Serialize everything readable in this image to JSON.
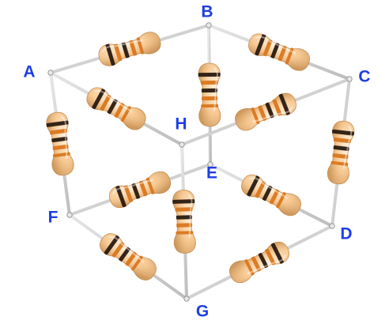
{
  "diagram": {
    "vertices": [
      {
        "id": "A",
        "label": "A"
      },
      {
        "id": "B",
        "label": "B"
      },
      {
        "id": "C",
        "label": "C"
      },
      {
        "id": "D",
        "label": "D"
      },
      {
        "id": "E",
        "label": "E"
      },
      {
        "id": "F",
        "label": "F"
      },
      {
        "id": "G",
        "label": "G"
      },
      {
        "id": "H",
        "label": "H"
      }
    ],
    "edges": [
      {
        "from": "A",
        "to": "B",
        "component": "resistor"
      },
      {
        "from": "B",
        "to": "C",
        "component": "resistor"
      },
      {
        "from": "C",
        "to": "H",
        "component": "resistor"
      },
      {
        "from": "A",
        "to": "H",
        "component": "resistor"
      },
      {
        "from": "A",
        "to": "F",
        "component": "resistor"
      },
      {
        "from": "B",
        "to": "E",
        "component": "resistor"
      },
      {
        "from": "C",
        "to": "D",
        "component": "resistor"
      },
      {
        "from": "H",
        "to": "G",
        "component": "resistor"
      },
      {
        "from": "F",
        "to": "E",
        "component": "resistor"
      },
      {
        "from": "E",
        "to": "D",
        "component": "resistor"
      },
      {
        "from": "D",
        "to": "G",
        "component": "resistor"
      },
      {
        "from": "F",
        "to": "G",
        "component": "resistor"
      }
    ],
    "colors": {
      "wire": "#cfcfcf",
      "label": "#1e3ee6",
      "resistor_body": "#f6c892",
      "band_dark": "#2a1a10",
      "band_orange": "#d9771f"
    }
  }
}
